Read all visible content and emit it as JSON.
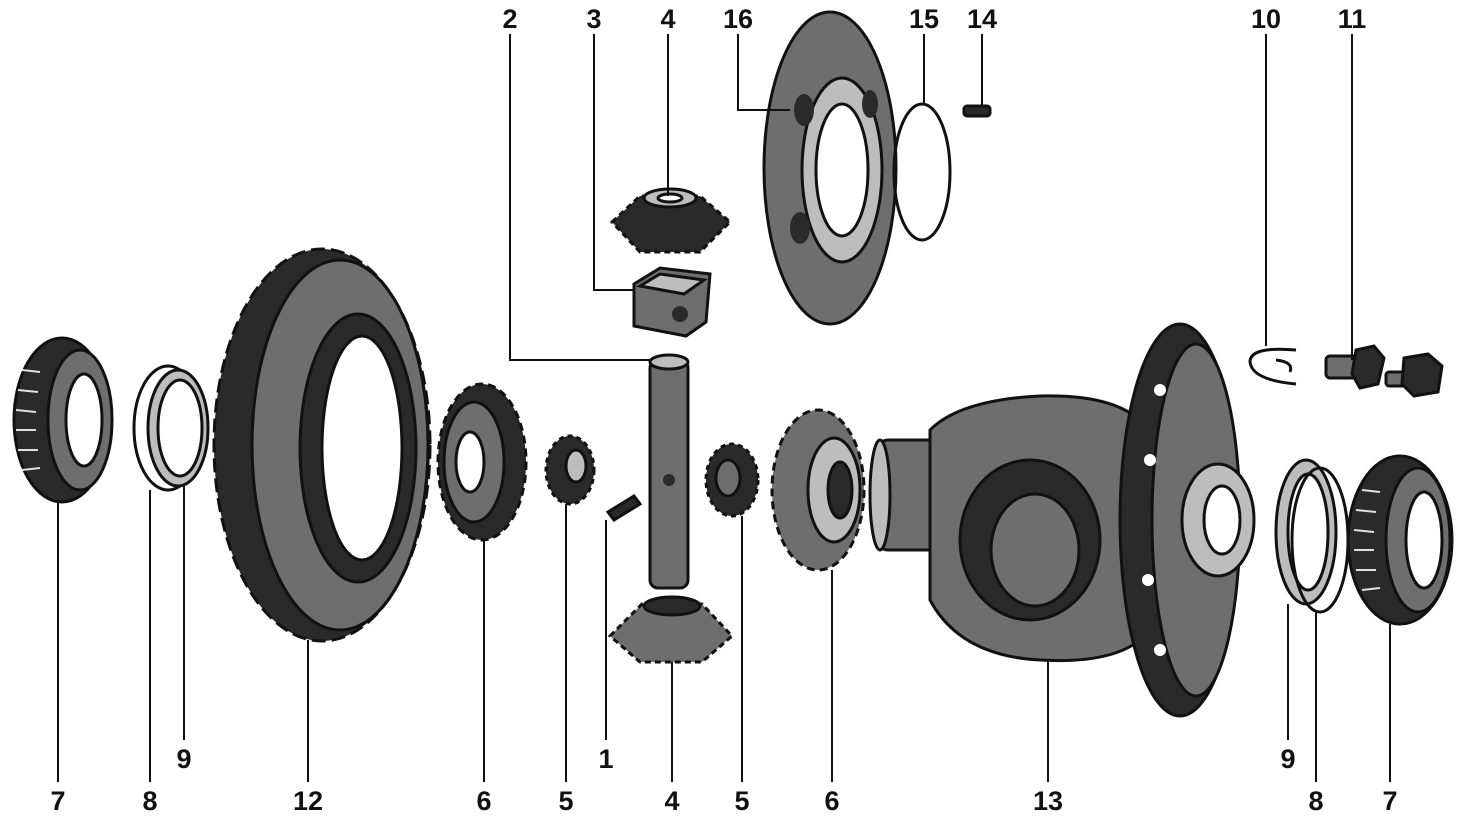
{
  "diagram": {
    "callouts": [
      {
        "id": "c-2",
        "label": "2"
      },
      {
        "id": "c-3",
        "label": "3"
      },
      {
        "id": "c-4-top",
        "label": "4"
      },
      {
        "id": "c-16",
        "label": "16"
      },
      {
        "id": "c-15",
        "label": "15"
      },
      {
        "id": "c-14",
        "label": "14"
      },
      {
        "id": "c-10",
        "label": "10"
      },
      {
        "id": "c-11",
        "label": "11"
      },
      {
        "id": "c-7-left",
        "label": "7"
      },
      {
        "id": "c-8-left",
        "label": "8"
      },
      {
        "id": "c-9-left",
        "label": "9"
      },
      {
        "id": "c-12",
        "label": "12"
      },
      {
        "id": "c-6-left",
        "label": "6"
      },
      {
        "id": "c-5-left",
        "label": "5"
      },
      {
        "id": "c-1",
        "label": "1"
      },
      {
        "id": "c-4-bottom",
        "label": "4"
      },
      {
        "id": "c-5-right",
        "label": "5"
      },
      {
        "id": "c-6-right",
        "label": "6"
      },
      {
        "id": "c-13",
        "label": "13"
      },
      {
        "id": "c-9-right",
        "label": "9"
      },
      {
        "id": "c-8-right",
        "label": "8"
      },
      {
        "id": "c-7-right",
        "label": "7"
      }
    ],
    "colors": {
      "ink": "#111111",
      "metal_dark": "#2a2a2a",
      "metal_mid": "#6e6e6e",
      "metal_light": "#bdbdbd"
    }
  }
}
